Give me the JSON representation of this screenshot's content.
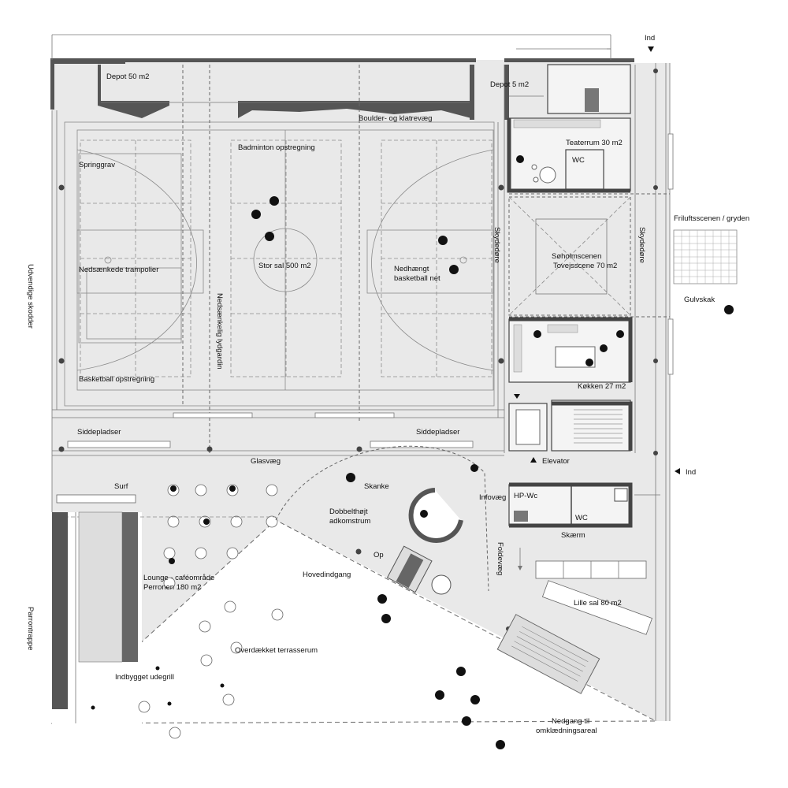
{
  "labels": {
    "ind_top": "Ind",
    "ind_right": "Ind",
    "depot50": "Depot 50 m2",
    "depot5": "Depot 5 m2",
    "boulder": "Boulder-  og klatrevæg",
    "teaterrum": "Teaterrum 30 m2",
    "wc_top": "WC",
    "badminton": "Badminton opstregning",
    "springgrav": "Springgrav",
    "friluft": "Friluftsscenen / gryden",
    "skydedore_left": "Skydedøre",
    "skydedore_right": "Skydedøre",
    "soholm1": "Søholmscenen",
    "soholm2": "Tovejsscene 70 m2",
    "trampolier": "Nedsænkede trampolier",
    "storsal": "Stor sal 500 m2",
    "nedhaengt1": "Nedhængt",
    "nedhaengt2": "basketball net",
    "gulvskak": "Gulvskak",
    "skodder": "Udvendige skodder",
    "hydgardin": "Nedsænkelig lydgardin",
    "basketball_op": "Basketball opstregning",
    "kokken": "Køkken 27 m2",
    "siddepladser1": "Siddepladser",
    "siddepladser2": "Siddepladser",
    "glasvaeg": "Glasvæg",
    "elevator": "Elevator",
    "surf": "Surf",
    "skanke": "Skanke",
    "infovaeg": "Infovæg",
    "hpwc": "HP-Wc",
    "wc_mid": "WC",
    "dobbelt1": "Dobbelthøjt",
    "dobbelt2": "adkomstrum",
    "skaerm": "Skærm",
    "op": "Op",
    "foldevaeg": "Foldevæg",
    "hovedindgang": "Hovedindgang",
    "lounge1": "Lounge - caféområde",
    "lounge2": "Perronen 180 m2",
    "lillesal": "Lille sal 80 m2",
    "parrontrappe": "Parrontrappe",
    "terrasse": "Overdækket terrasserum",
    "udegrill": "Indbygget udegrill",
    "nedgang1": "Nedgang til",
    "nedgang2": "omklædningsareal"
  },
  "colors": {
    "floor": "#e9e9e9",
    "wall": "#555555",
    "ink": "#111111"
  }
}
